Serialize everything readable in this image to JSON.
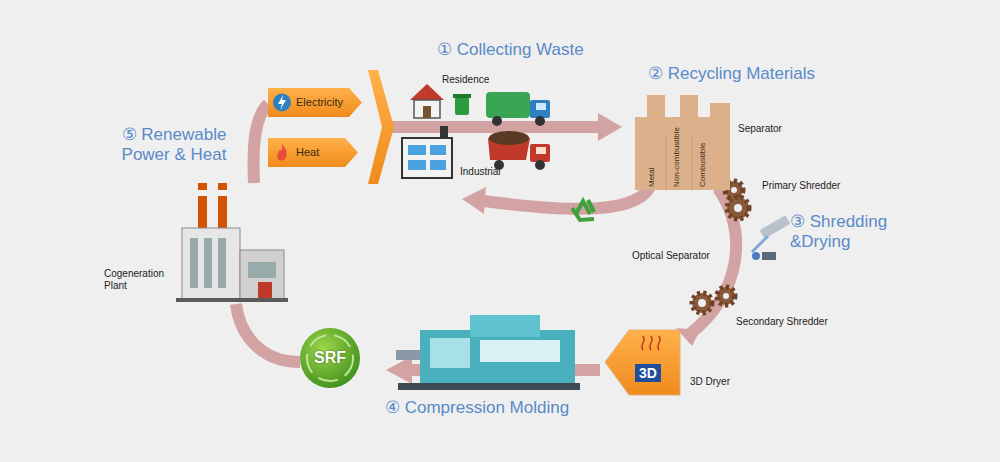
{
  "diagram": {
    "nodes": [
      {
        "text": [
          "Electricity"
        ]
      },
      {
        "text": [
          "Heat"
        ]
      },
      {
        "text": [
          "Separator",
          "Metal",
          "Non-combustible",
          "Combustible"
        ]
      },
      {
        "text": [
          "3D Dryer",
          "3D"
        ]
      },
      {
        "text": [
          "SRF"
        ]
      }
    ],
    "labels": [
      "① Collecting Waste",
      "② Recycling Materials",
      "③ Shredding &Drying",
      "④ Compression Molding",
      "⑤ Renewable Power & Heat",
      "Residence",
      "Industrial",
      "Primary Shredder",
      "Optical Separator",
      "Secondary Shredder",
      "Cogeneration Plant"
    ]
  }
}
